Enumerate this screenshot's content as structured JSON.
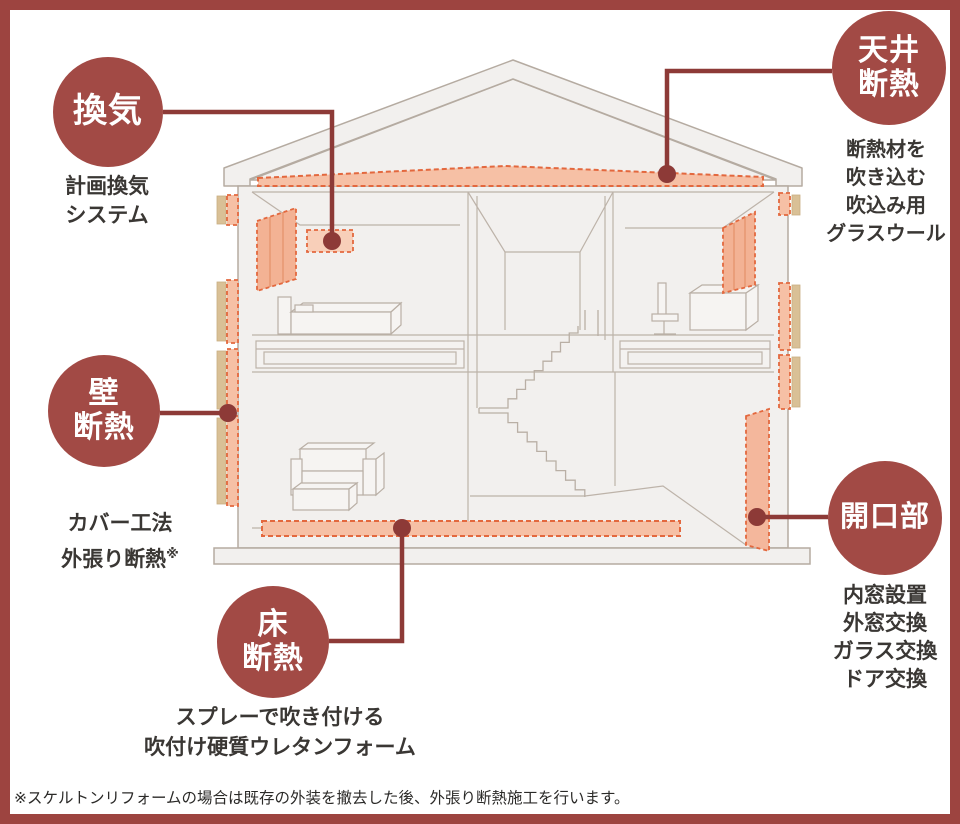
{
  "footer_note": "※スケルトンリフォームの場合は既存の外装を撤去した後、外張り断熱施工を行います。",
  "callouts": [
    {
      "id": "ventilation",
      "label": "換気",
      "description": "計画換気\nシステム"
    },
    {
      "id": "ceiling",
      "label": "天井\n断熱",
      "description": "断熱材を\n吹き込む\n吹込み用\nグラスウール"
    },
    {
      "id": "wall",
      "label": "壁\n断熱",
      "description": "カバー工法\n外張り断熱",
      "note_mark": "※"
    },
    {
      "id": "floor",
      "label": "床\n断熱",
      "description": "スプレーで吹き付ける\n吹付け硬質ウレタンフォーム"
    },
    {
      "id": "opening",
      "label": "開口部",
      "description": "内窓設置\n外窓交換\nガラス交換\nドア交換"
    }
  ],
  "colors": {
    "frame_border": "#9d4440",
    "callout_circle": "#a24a45",
    "connector_line": "#8d3a37",
    "insulation_fill": "#f6c0a5",
    "insulation_outline": "#e3683e",
    "window_fill": "#f3b294",
    "door_fill": "#f4b79c",
    "wood_strip": "#d9c096",
    "house_fill": "#f2f0ee",
    "house_outline": "#b5aba1",
    "text_dark": "#3a3734"
  }
}
